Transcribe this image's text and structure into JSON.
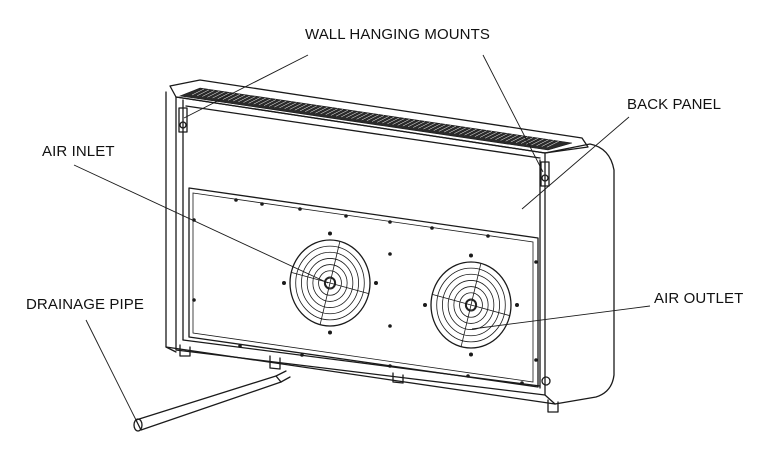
{
  "diagram": {
    "labels": {
      "wall_hanging_mounts": "WALL HANGING MOUNTS",
      "back_panel": "BACK PANEL",
      "air_inlet": "AIR INLET",
      "air_outlet": "AIR OUTLET",
      "drainage_pipe": "DRAINAGE PIPE"
    },
    "colors": {
      "line": "#1a1a1a",
      "background": "#ffffff",
      "grille": "#2a2a2a"
    }
  }
}
